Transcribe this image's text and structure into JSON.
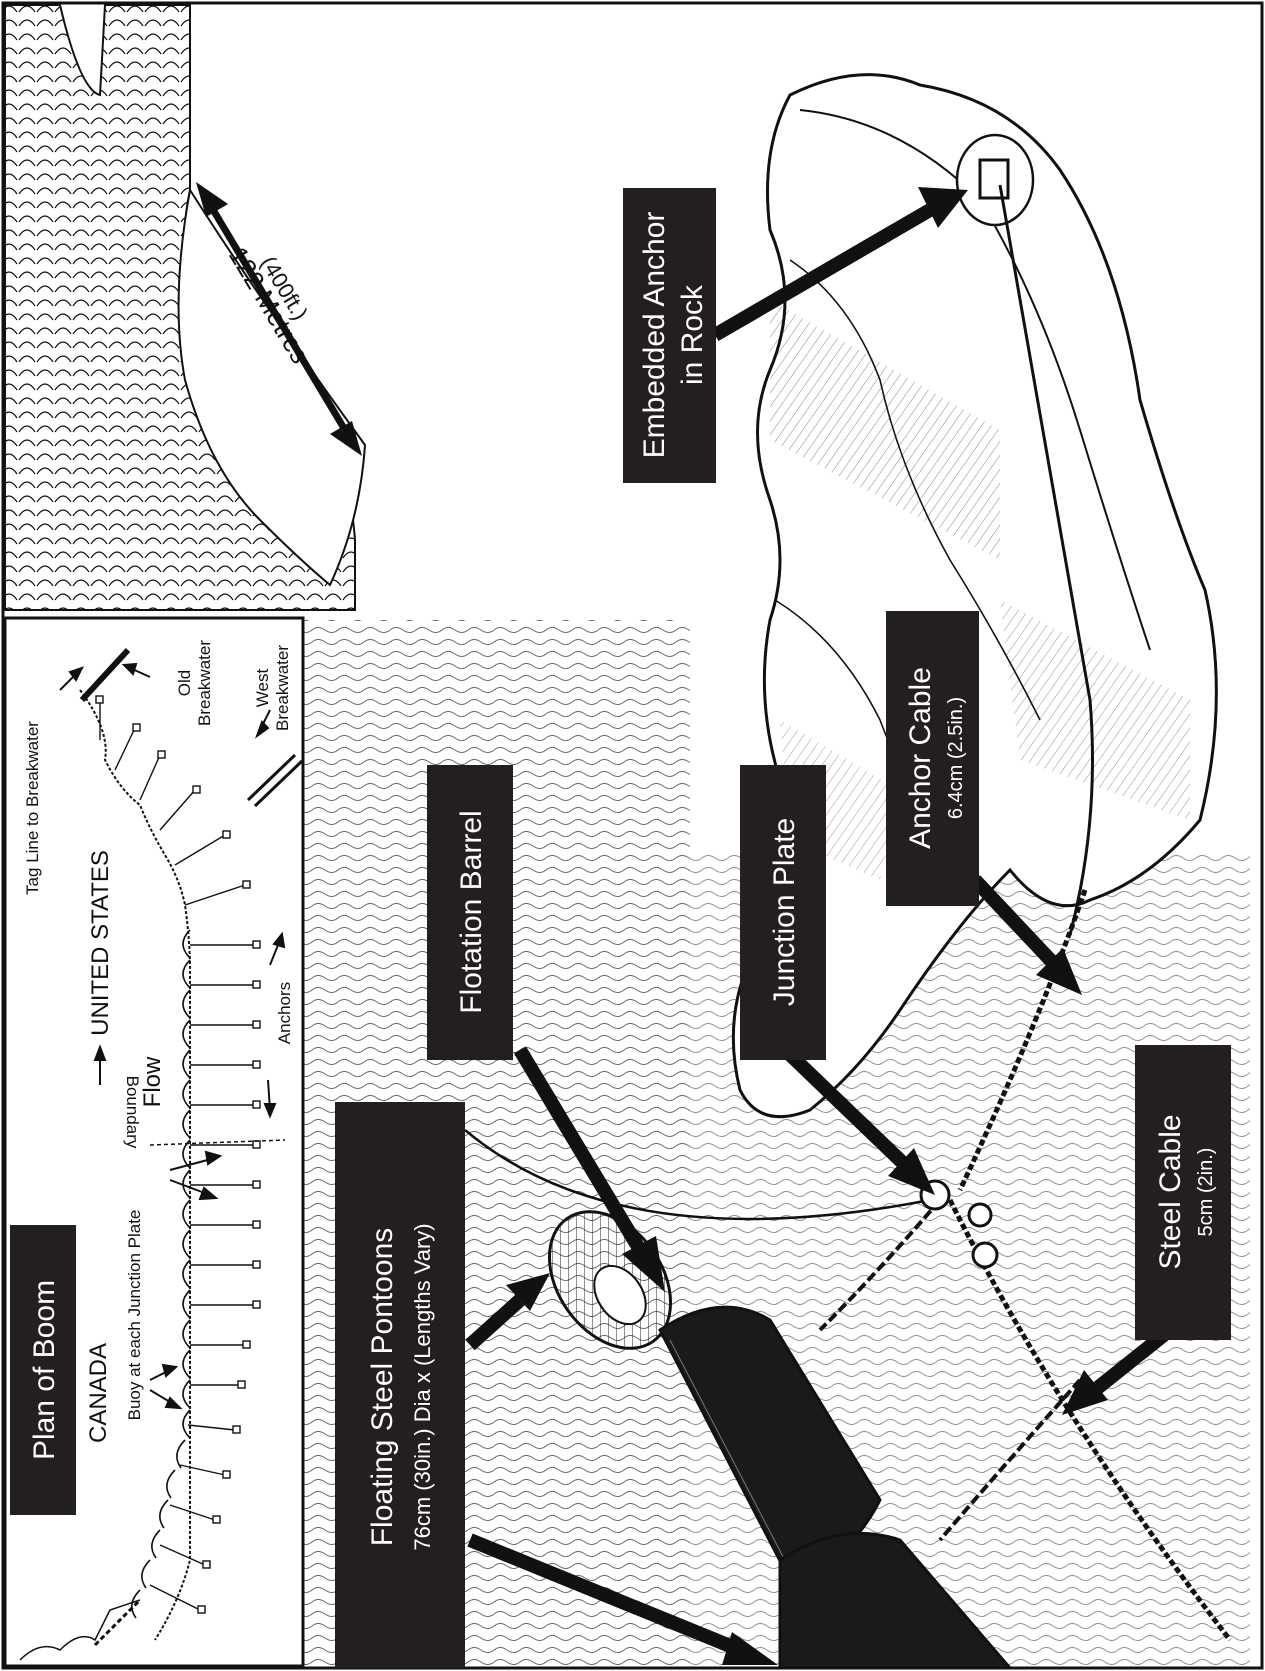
{
  "inset": {
    "title": "Plan of Boom",
    "country_south": "CANADA",
    "country_north": "UNITED STATES",
    "flow": "Flow",
    "boundary": "Boundary",
    "buoy": "Buoy at each Junction Plate",
    "anchors": "Anchors",
    "tag_line": "Tag Line to Breakwater",
    "old_breakwater_1": "Old",
    "old_breakwater_2": "Breakwater",
    "west_breakwater_1": "West",
    "west_breakwater_2": "Breakwater"
  },
  "dimension": {
    "metres": "122 Metres",
    "feet": "(400ft.)"
  },
  "labels": {
    "embedded_anchor_1": "Embedded Anchor",
    "embedded_anchor_2": "in Rock",
    "anchor_cable_1": "Anchor Cable",
    "anchor_cable_2": "6.4cm (2.5in.)",
    "junction_plate": "Junction Plate",
    "flotation_barrel": "Flotation Barrel",
    "steel_cable_1": "Steel Cable",
    "steel_cable_2": "5cm (2in.)",
    "pontoons_1": "Floating Steel Pontoons",
    "pontoons_2": "76cm (30in.) Dia x (Lengths Vary)"
  },
  "colors": {
    "ink": "#111111",
    "label_bg": "#231f20",
    "label_text": "#ffffff"
  }
}
